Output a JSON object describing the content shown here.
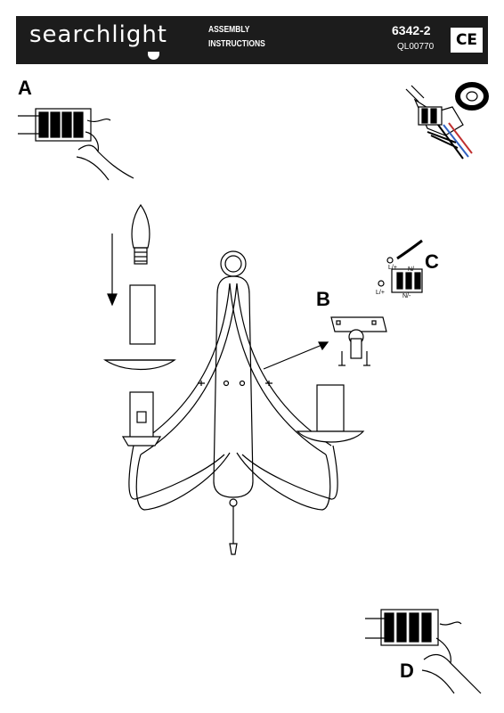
{
  "header": {
    "brand": "searchlight",
    "title_line1": "ASSEMBLY",
    "title_line2": "INSTRUCTIONS",
    "product_code": "6342-2",
    "document_code": "QL00770",
    "certification": "CE"
  },
  "steps": {
    "a": "A",
    "b": "B",
    "c": "C",
    "d": "D"
  },
  "wiring": {
    "live_label_top": "L/+",
    "neutral_label_top": "N/-",
    "live_label_bottom": "L/+",
    "neutral_label_bottom": "N/-"
  }
}
